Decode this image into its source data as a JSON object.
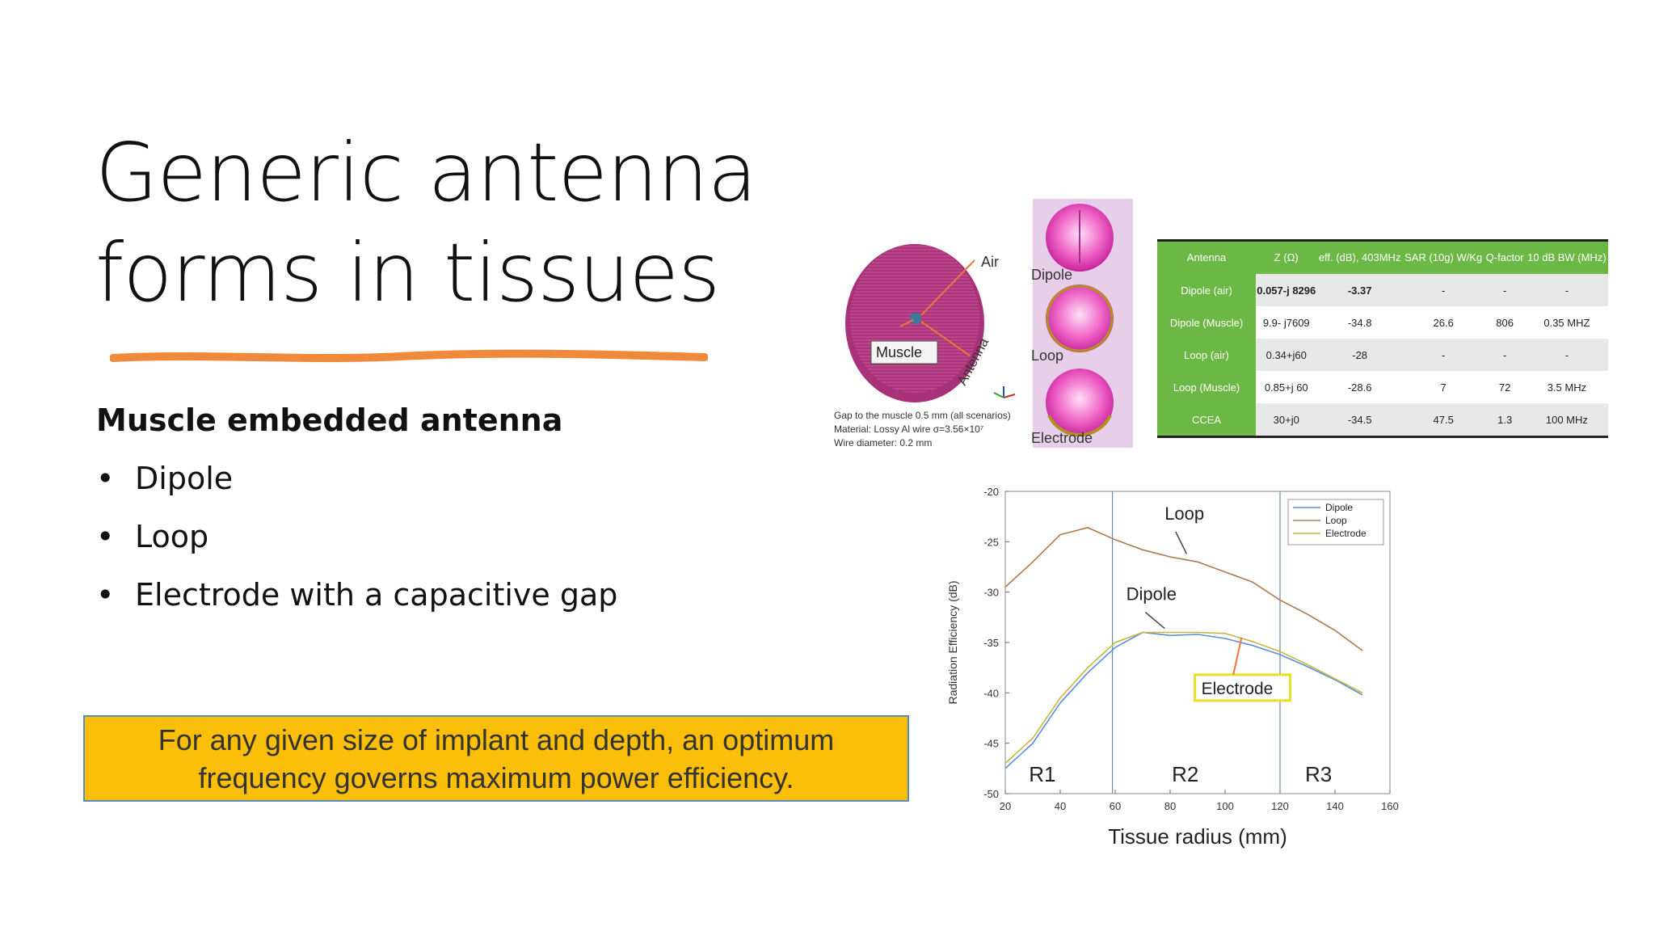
{
  "slide": {
    "title_line1": "Generic antenna",
    "title_line2": "forms in tissues",
    "subheading": "Muscle embedded antenna",
    "bullets": [
      "Dipole",
      "Loop",
      "Electrode with a capacitive gap"
    ],
    "callout_line1": "For any given size of implant and depth, an optimum",
    "callout_line2": "frequency governs maximum power efficiency.",
    "colors": {
      "accent_underline": "#ef8a3c",
      "callout_bg": "#fbbf0a",
      "table_header": "#6cb844"
    }
  },
  "figure": {
    "air_label": "Air",
    "muscle_label": "Muscle",
    "antenna_label": "Antenna",
    "caption_line1": "Gap to the muscle 0.5 mm (all scenarios)",
    "caption_line2": "Material: Lossy Al wire σ=3.56×10⁷",
    "caption_line3": "Wire diameter: 0.2 mm",
    "shapes": [
      "Dipole",
      "Loop",
      "Electrode"
    ]
  },
  "table": {
    "headers": [
      "Antenna",
      "Z (Ω)",
      "eff. (dB), 403MHz",
      "SAR (10g) W/Kg",
      "Q-factor",
      "10 dB BW (MHz)"
    ],
    "rows": [
      [
        "Dipole (air)",
        "0.057-j 8296",
        "-3.37",
        "-",
        "-",
        "-"
      ],
      [
        "Dipole (Muscle)",
        "9.9- j7609",
        "-34.8",
        "26.6",
        "806",
        "0.35 MHZ"
      ],
      [
        "Loop (air)",
        "0.34+j60",
        "-28",
        "-",
        "-",
        "-"
      ],
      [
        "Loop (Muscle)",
        "0.85+j 60",
        "-28.6",
        "7",
        "72",
        "3.5 MHz"
      ],
      [
        "CCEA",
        "30+j0",
        "-34.5",
        "47.5",
        "1.3",
        "100 MHz"
      ]
    ]
  },
  "chart_data": {
    "type": "line",
    "xlabel": "Tissue radius (mm)",
    "ylabel": "Radiation Efficiency (dB)",
    "xlim": [
      20,
      160
    ],
    "ylim": [
      -50,
      -20
    ],
    "xticks": [
      "20",
      "40",
      "60",
      "80",
      "100",
      "120",
      "140",
      "160"
    ],
    "yticks": [
      "-20",
      "-25",
      "-30",
      "-35",
      "-40",
      "-45",
      "-50"
    ],
    "vlines": [
      59,
      120
    ],
    "regions": [
      "R1",
      "R2",
      "R3"
    ],
    "annotations": {
      "loop": "Loop",
      "dipole": "Dipole",
      "electrode": "Electrode"
    },
    "legend_position": "top-right",
    "series": [
      {
        "name": "Dipole",
        "color": "#5b8fd6",
        "x": [
          20,
          30,
          40,
          50,
          60,
          70,
          80,
          90,
          100,
          110,
          120,
          130,
          140,
          150
        ],
        "y": [
          -47.5,
          -45,
          -41,
          -38,
          -35.5,
          -34,
          -34.3,
          -34.2,
          -34.6,
          -35.3,
          -36.2,
          -37.4,
          -38.7,
          -40.2
        ]
      },
      {
        "name": "Loop",
        "color": "#b07850",
        "x": [
          20,
          30,
          40,
          50,
          60,
          70,
          80,
          90,
          100,
          110,
          120,
          130,
          140,
          150
        ],
        "y": [
          -29.5,
          -27,
          -24.3,
          -23.6,
          -24.8,
          -25.8,
          -26.5,
          -27,
          -28,
          -29,
          -30.8,
          -32.2,
          -33.8,
          -35.8
        ]
      },
      {
        "name": "Electrode",
        "color": "#c8b640",
        "x": [
          20,
          30,
          40,
          50,
          60,
          70,
          80,
          90,
          100,
          110,
          120,
          130,
          140,
          150
        ],
        "y": [
          -47,
          -44.5,
          -40.5,
          -37.5,
          -35,
          -34,
          -34,
          -34,
          -34.1,
          -34.9,
          -35.9,
          -37.2,
          -38.6,
          -40
        ]
      }
    ]
  }
}
